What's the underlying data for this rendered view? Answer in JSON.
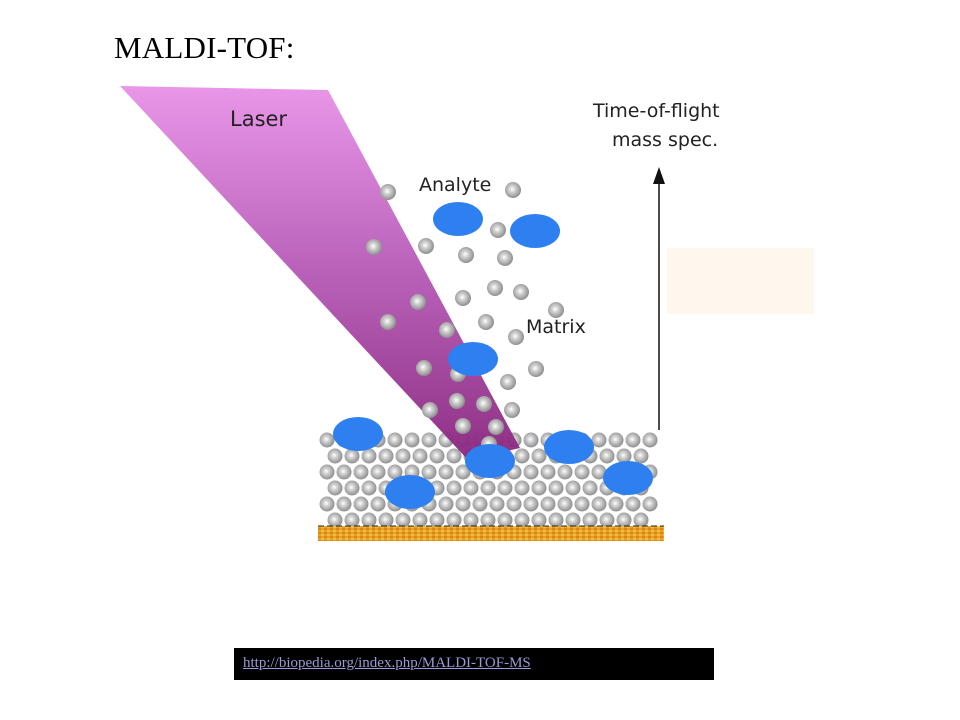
{
  "title": "MALDI-TOF:",
  "diagram": {
    "labels": {
      "laser": "Laser",
      "analyte": "Analyte",
      "matrix": "Matrix",
      "tof_line1": "Time-of-flight",
      "tof_line2": "mass spec."
    },
    "colors": {
      "laser_top": "#e690e6",
      "laser_bottom": "#8c2a80",
      "analyte": "#2e80f0",
      "matrix_particle": "#b3b3b3",
      "plate": "#e8a020"
    }
  },
  "source_link": {
    "text": "http://biopedia.org/index.php/MALDI-TOF-MS"
  }
}
